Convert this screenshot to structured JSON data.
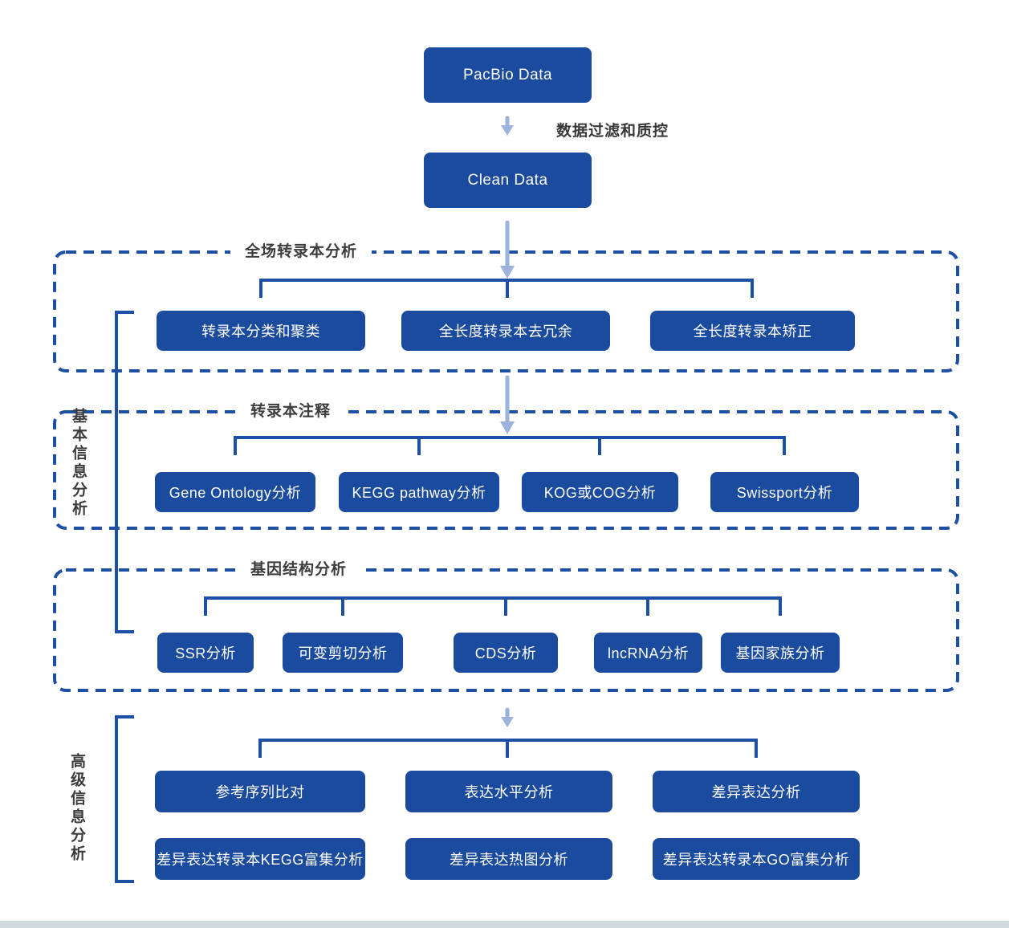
{
  "flow": {
    "source_box": "PacBio Data",
    "qc_step_label": "数据过滤和质控",
    "clean_box": "Clean Data"
  },
  "sections": [
    {
      "label": "全场转录本分析",
      "boxes": [
        "转录本分类和聚类",
        "全长度转录本去冗余",
        "全长度转录本矫正"
      ]
    },
    {
      "label": "转录本注释",
      "boxes": [
        "Gene Ontology分析",
        "KEGG pathway分析",
        "KOG或COG分析",
        "Swissport分析"
      ]
    },
    {
      "label": "基因结构分析",
      "boxes": [
        "SSR分析",
        "可变剪切分析",
        "CDS分析",
        "lncRNA分析",
        "基因家族分析"
      ]
    }
  ],
  "side_labels": {
    "basic": "基本信息分析",
    "advanced": "高级信息分析"
  },
  "advanced": {
    "rows": [
      [
        "参考序列比对",
        "表达水平分析",
        "差异表达分析"
      ],
      [
        "差异表达转录本KEGG富集分析",
        "差异表达热图分析",
        "差异表达转录本GO富集分析"
      ]
    ]
  },
  "colors": {
    "node_blue": "#1a4b9e",
    "line_blue": "#1d4fa5",
    "arrow_light_blue": "#9db2dd",
    "label_text": "#3c3c3c",
    "footer_bar": "#cfdbde"
  }
}
